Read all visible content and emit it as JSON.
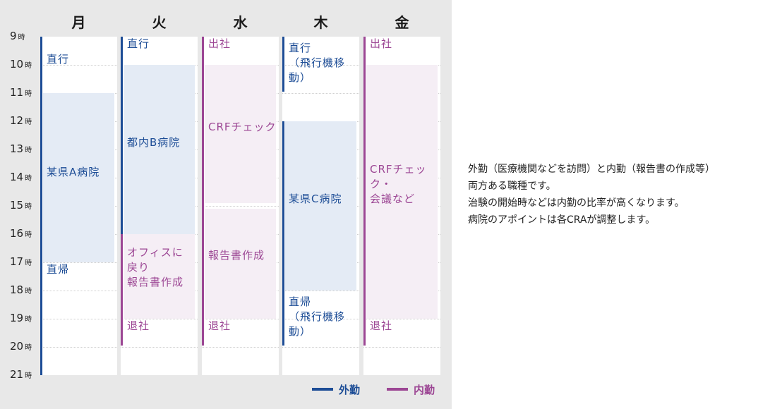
{
  "days": [
    "月",
    "火",
    "水",
    "木",
    "金"
  ],
  "hours": [
    "9",
    "10",
    "11",
    "12",
    "13",
    "14",
    "15",
    "16",
    "17",
    "18",
    "19",
    "20",
    "21"
  ],
  "hour_suffix": "時",
  "legend": [
    {
      "label": "外勤",
      "color": "#1d4d96"
    },
    {
      "label": "内勤",
      "color": "#9c4694"
    }
  ],
  "colors": {
    "outside": "#1d4d96",
    "inside": "#9c4694",
    "outside_fill": "#e4ebf5",
    "inside_fill": "#f5eef5"
  },
  "schedule": [
    {
      "day": "月",
      "bars": [
        {
          "type": "outside",
          "start": 9,
          "end": 21
        }
      ],
      "blocks": [
        {
          "type": "outside",
          "start": 11,
          "end": 17
        }
      ],
      "labels": [
        {
          "text": "直行",
          "type": "outside",
          "at": 9.8
        },
        {
          "text": "某県A病院",
          "type": "outside",
          "at": 13.8
        },
        {
          "text": "直帰",
          "type": "outside",
          "at": 17.25
        }
      ]
    },
    {
      "day": "火",
      "bars": [
        {
          "type": "outside",
          "start": 9,
          "end": 16
        },
        {
          "type": "inside",
          "start": 16,
          "end": 19.95
        }
      ],
      "blocks": [
        {
          "type": "outside",
          "start": 10,
          "end": 16
        },
        {
          "type": "inside",
          "start": 16,
          "end": 19
        }
      ],
      "labels": [
        {
          "text": "直行",
          "type": "outside",
          "at": 9.25
        },
        {
          "text": "都内B病院",
          "type": "outside",
          "at": 12.75
        },
        {
          "text": "オフィスに\n戻り\n報告書作成",
          "type": "inside",
          "at": 16.65
        },
        {
          "text": "退社",
          "type": "inside",
          "at": 19.25
        }
      ]
    },
    {
      "day": "水",
      "bars": [
        {
          "type": "inside",
          "start": 9,
          "end": 19.95
        }
      ],
      "blocks": [
        {
          "type": "inside",
          "start": 10,
          "end": 14.9
        },
        {
          "type": "inside",
          "start": 15.1,
          "end": 19
        }
      ],
      "labels": [
        {
          "text": "出社",
          "type": "inside",
          "at": 9.25
        },
        {
          "text": "CRFチェック",
          "type": "inside",
          "at": 12.2
        },
        {
          "text": "報告書作成",
          "type": "inside",
          "at": 16.75
        },
        {
          "text": "退社",
          "type": "inside",
          "at": 19.25
        }
      ]
    },
    {
      "day": "木",
      "bars": [
        {
          "type": "outside",
          "start": 9,
          "end": 10.95
        },
        {
          "type": "outside",
          "start": 12,
          "end": 19.95
        }
      ],
      "blocks": [
        {
          "type": "outside",
          "start": 12,
          "end": 18
        }
      ],
      "labels": [
        {
          "text": "直行\n（飛行機移動）",
          "type": "outside",
          "at": 9.4
        },
        {
          "text": "某県C病院",
          "type": "outside",
          "at": 14.75
        },
        {
          "text": "直帰\n（飛行機移動）",
          "type": "outside",
          "at": 18.4
        }
      ]
    },
    {
      "day": "金",
      "bars": [
        {
          "type": "inside",
          "start": 9,
          "end": 19.95
        }
      ],
      "blocks": [
        {
          "type": "inside",
          "start": 10,
          "end": 19
        }
      ],
      "labels": [
        {
          "text": "出社",
          "type": "inside",
          "at": 9.25
        },
        {
          "text": "CRFチェック・\n会議など",
          "type": "inside",
          "at": 13.7
        },
        {
          "text": "退社",
          "type": "inside",
          "at": 19.25
        }
      ]
    }
  ],
  "description": [
    "外勤（医療機関などを訪問）と内勤（報告書の作成等）",
    "両方ある職種です。",
    "治験の開始時などは内勤の比率が高くなります。",
    "病院のアポイントは各CRAが調整します。"
  ]
}
